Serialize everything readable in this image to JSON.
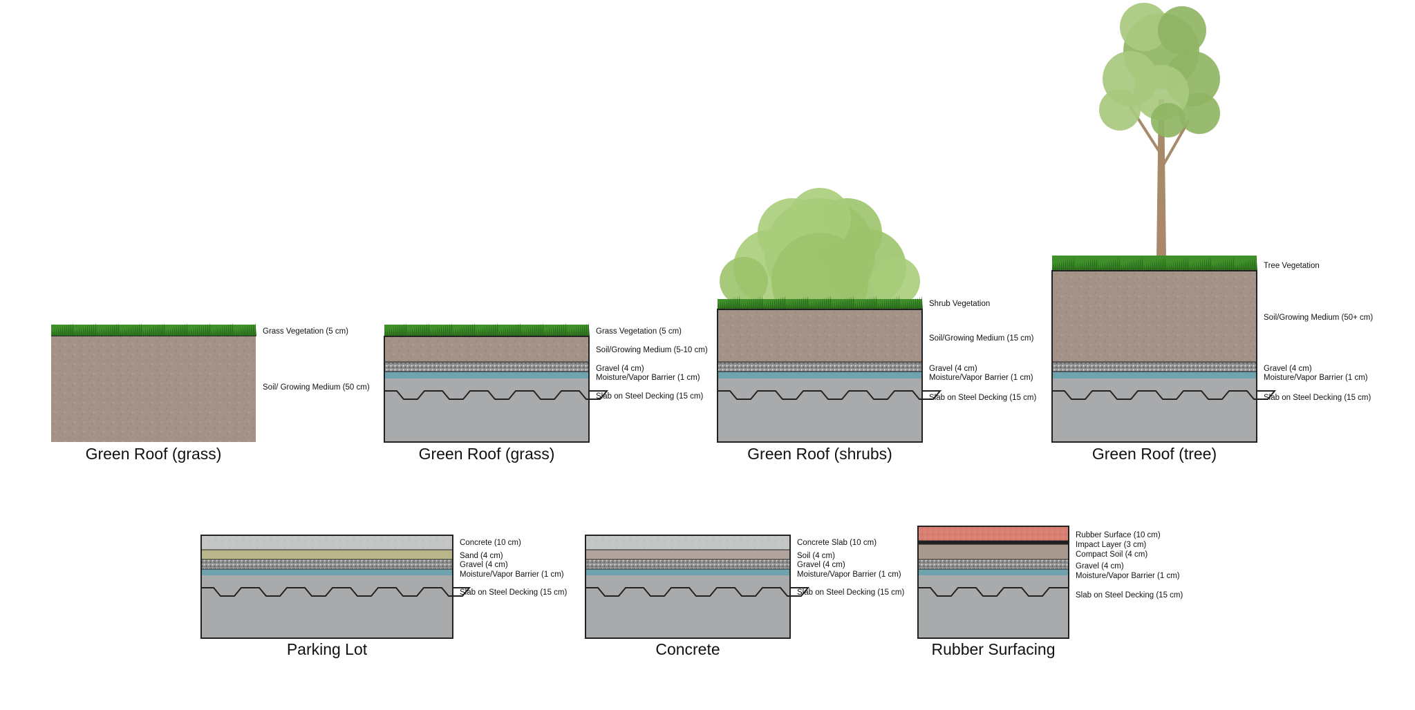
{
  "colors": {
    "grass": "#3f8f2a",
    "grass_dark": "#2a6a1c",
    "soil": "#a39287",
    "gravel": "#8c8c8c",
    "barrier": "#6fa3ad",
    "slab": "#a9aaac",
    "concrete": "#c4c6c6",
    "sand": "#b8b68a",
    "soil_thin": "#b0a49c",
    "rubber": "#d98073",
    "impact": "#222222",
    "compact_soil": "#a8998e",
    "foliage": "#9cc36b",
    "trunk": "#a88a6a",
    "outline": "#222222"
  },
  "sections": [
    {
      "id": "green-roof-grass-1",
      "title": "Green Roof (grass)",
      "layers": [
        {
          "kind": "grass",
          "label": "Grass Vegetation (5 cm)"
        },
        {
          "kind": "soil",
          "label": "Soil/ Growing Medium (50 cm)"
        }
      ]
    },
    {
      "id": "green-roof-grass-2",
      "title": "Green Roof (grass)",
      "layers": [
        {
          "kind": "grass",
          "label": "Grass Vegetation (5 cm)"
        },
        {
          "kind": "soil",
          "label": "Soil/Growing Medium (5-10 cm)"
        },
        {
          "kind": "gravel",
          "label": "Gravel (4 cm)"
        },
        {
          "kind": "barrier",
          "label": "Moisture/Vapor Barrier (1 cm)"
        },
        {
          "kind": "slab",
          "label": "Slab on Steel Decking (15 cm)"
        }
      ]
    },
    {
      "id": "green-roof-shrubs",
      "title": "Green Roof (shrubs)",
      "layers": [
        {
          "kind": "shrub",
          "label": "Shrub Vegetation"
        },
        {
          "kind": "soil",
          "label": "Soil/Growing Medium (15 cm)"
        },
        {
          "kind": "gravel",
          "label": "Gravel (4 cm)"
        },
        {
          "kind": "barrier",
          "label": "Moisture/Vapor Barrier (1 cm)"
        },
        {
          "kind": "slab",
          "label": "Slab on Steel Decking (15 cm)"
        }
      ]
    },
    {
      "id": "green-roof-tree",
      "title": "Green Roof (tree)",
      "layers": [
        {
          "kind": "tree",
          "label": "Tree Vegetation"
        },
        {
          "kind": "soil",
          "label": "Soil/Growing Medium (50+ cm)"
        },
        {
          "kind": "gravel",
          "label": "Gravel (4 cm)"
        },
        {
          "kind": "barrier",
          "label": "Moisture/Vapor Barrier (1 cm)"
        },
        {
          "kind": "slab",
          "label": "Slab on Steel Decking (15 cm)"
        }
      ]
    },
    {
      "id": "parking-lot",
      "title": "Parking Lot",
      "layers": [
        {
          "kind": "concrete",
          "label": "Concrete (10 cm)"
        },
        {
          "kind": "sand",
          "label": "Sand (4 cm)"
        },
        {
          "kind": "gravel",
          "label": "Gravel (4 cm)"
        },
        {
          "kind": "barrier",
          "label": "Moisture/Vapor Barrier (1 cm)"
        },
        {
          "kind": "slab",
          "label": "Slab on Steel Decking (15 cm)"
        }
      ]
    },
    {
      "id": "concrete",
      "title": "Concrete",
      "layers": [
        {
          "kind": "concrete",
          "label": "Concrete Slab (10 cm)"
        },
        {
          "kind": "soil_thin",
          "label": "Soil (4 cm)"
        },
        {
          "kind": "gravel",
          "label": "Gravel (4 cm)"
        },
        {
          "kind": "barrier",
          "label": "Moisture/Vapor Barrier (1 cm)"
        },
        {
          "kind": "slab",
          "label": "Slab on Steel Decking (15 cm)"
        }
      ]
    },
    {
      "id": "rubber-surfacing",
      "title": "Rubber Surfacing",
      "layers": [
        {
          "kind": "rubber",
          "label": "Rubber Surface (10 cm)"
        },
        {
          "kind": "impact",
          "label": "Impact Layer (3 cm)"
        },
        {
          "kind": "compact_soil",
          "label": "Compact Soil (4 cm)"
        },
        {
          "kind": "gravel",
          "label": "Gravel (4 cm)"
        },
        {
          "kind": "barrier",
          "label": "Moisture/Vapor Barrier (1 cm)"
        },
        {
          "kind": "slab",
          "label": "Slab on Steel Decking (15 cm)"
        }
      ]
    }
  ]
}
